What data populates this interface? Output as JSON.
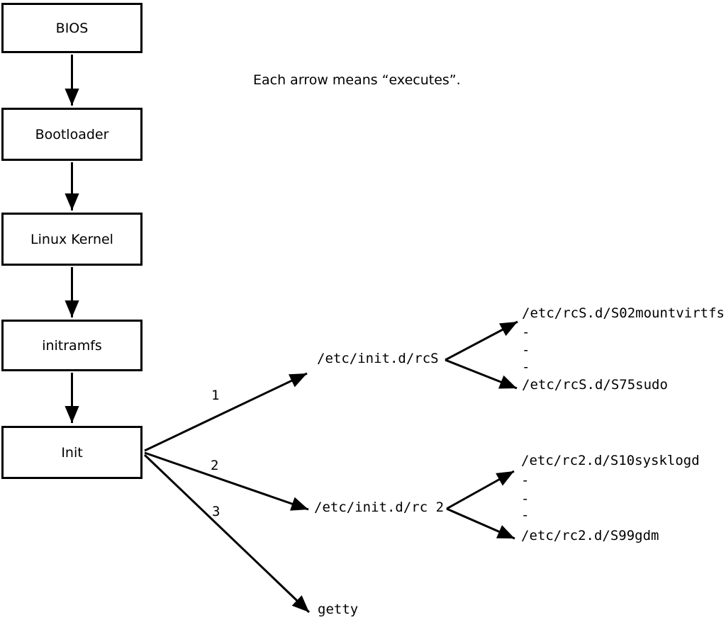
{
  "note": "Each arrow means “executes”.",
  "nodes": {
    "bios": "BIOS",
    "bootloader": "Bootloader",
    "kernel": "Linux Kernel",
    "initramfs": "initramfs",
    "init": "Init"
  },
  "branch1": {
    "number": "1",
    "target": "/etc/init.d/rcS",
    "scripts": {
      "first": "/etc/rcS.d/S02mountvirtfs",
      "dash1": "-",
      "dash2": "-",
      "dash3": "-",
      "last": "/etc/rcS.d/S75sudo"
    }
  },
  "branch2": {
    "number": "2",
    "target": "/etc/init.d/rc 2",
    "scripts": {
      "first": "/etc/rc2.d/S10sysklogd",
      "dash1": "-",
      "dash2": "-",
      "dash3": "-",
      "last": "/etc/rc2.d/S99gdm"
    }
  },
  "branch3": {
    "number": "3",
    "target": "getty"
  },
  "colors": {
    "ink": "#000000",
    "background": "#ffffff"
  }
}
